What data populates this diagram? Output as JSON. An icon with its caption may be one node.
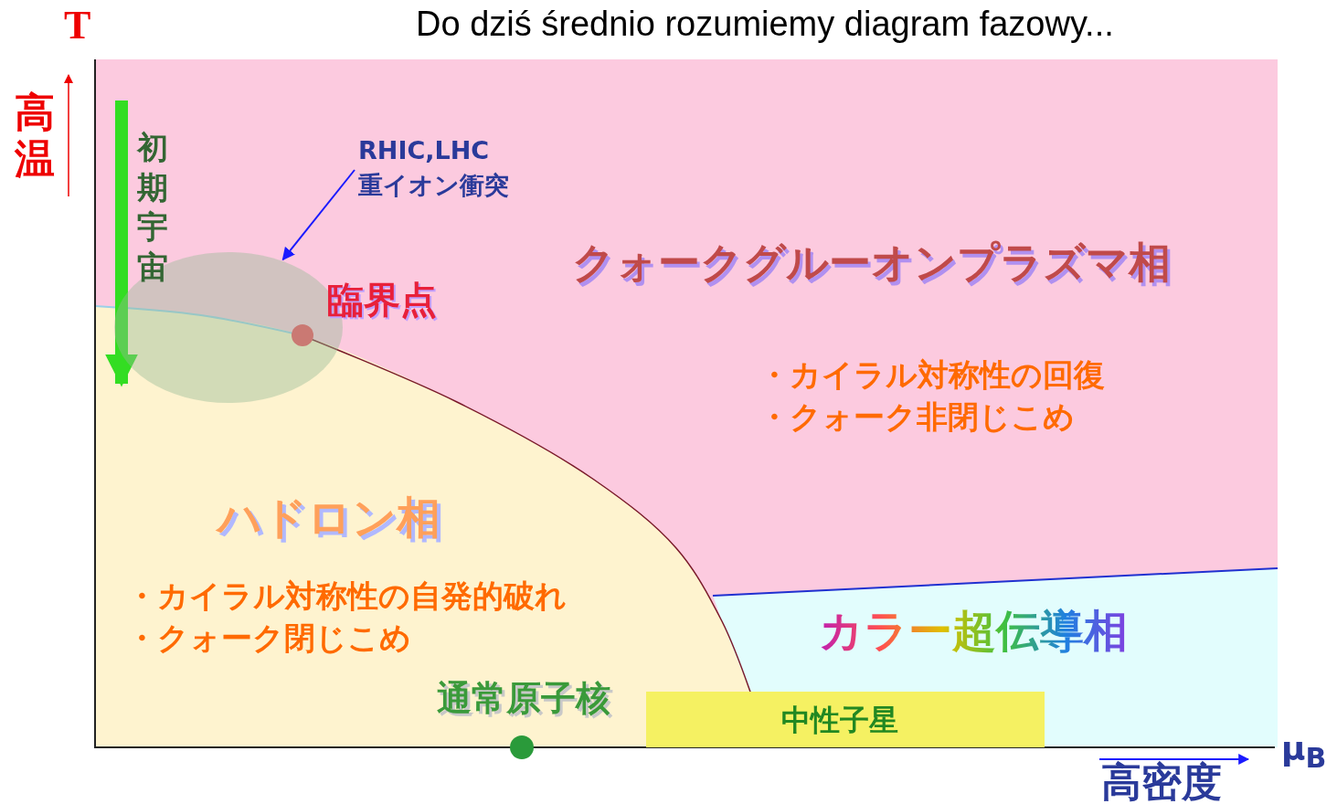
{
  "diagram": {
    "title": "Do dziś średnio rozumiemy diagram fazowy...",
    "nodes": [
      {
        "text": [
          "RHIC,LHC 重イオン衝突"
        ]
      },
      {
        "text": [],
        "shape": "circle"
      },
      {
        "text": [
          "中性子星"
        ]
      }
    ],
    "edges": [
      {
        "from": 0,
        "to": 1,
        "arrow": "to",
        "color": "#1a1aff"
      }
    ],
    "labels": [
      "T",
      "高温",
      "初期宇宙",
      "クォークグルーオンプラズマ相",
      "臨界点",
      "・カイラル対称性の回復",
      "・クォーク非閉じこめ",
      "ハドロン相",
      "・カイラル対称性の自発的破れ",
      "・クォーク閉じこめ",
      "カラー超伝導相",
      "通常原子核",
      "μ$_{B}$",
      "高密度"
    ]
  }
}
